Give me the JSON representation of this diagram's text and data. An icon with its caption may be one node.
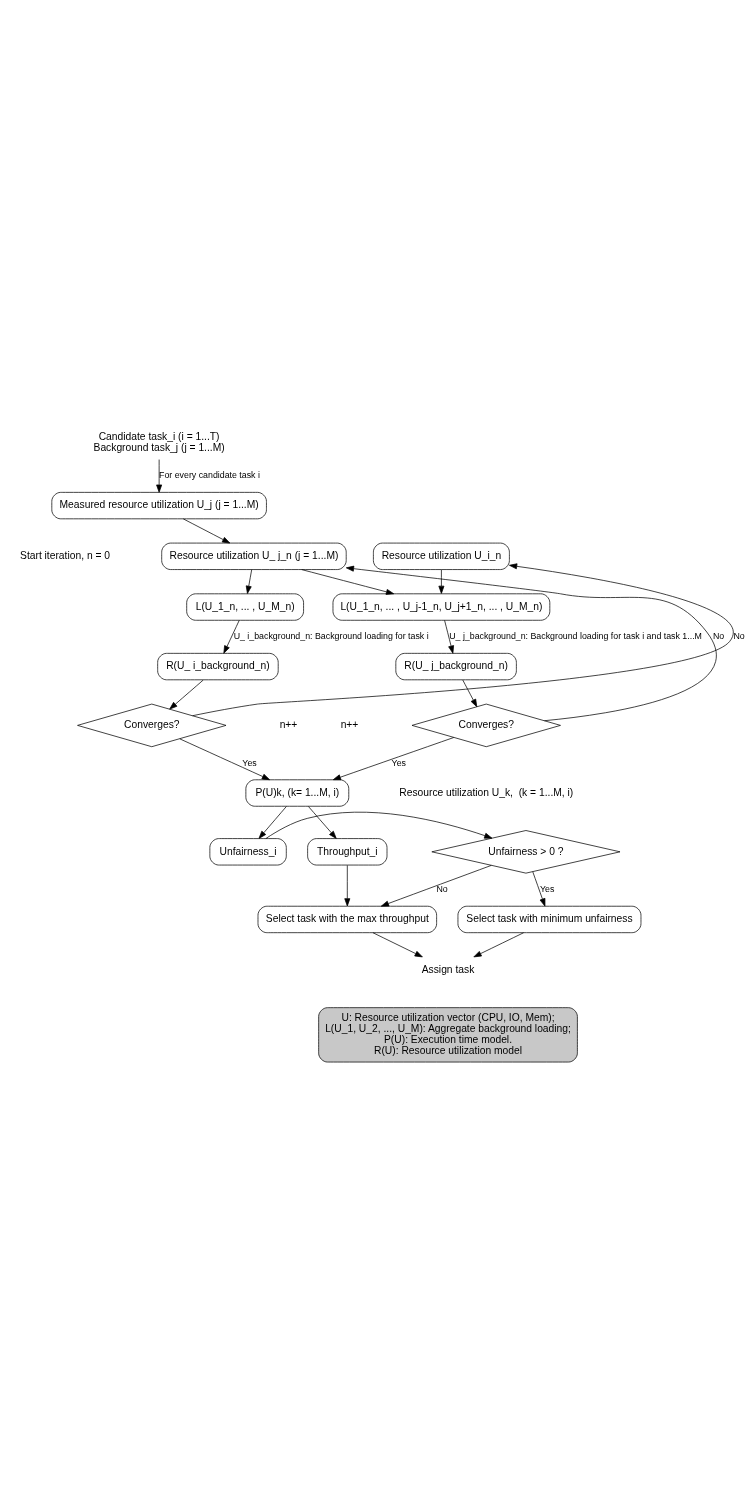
{
  "diagram": {
    "nodes": [
      {
        "text": [
          "Candidate task_i (i = 1...T)",
          "Background task_j (j = 1...M)"
        ]
      },
      {
        "text": [
          "Measured resource utilization U_j (j = 1...M)"
        ]
      },
      {
        "text": [
          "Resource utilization U_ j_n (j = 1...M)"
        ]
      },
      {
        "text": [
          "Resource utilization U_i_n"
        ]
      },
      {
        "text": [
          "L(U_1_n, ... , U_j-1_n, U_j+1_n, ... , U_M_n)"
        ]
      },
      {
        "text": [
          "L(U_1_n, ... , U_M_n)"
        ]
      },
      {
        "text": [
          "R(U_ j_background_n)"
        ]
      },
      {
        "text": [
          "R(U_ i_background_n)"
        ]
      },
      {
        "text": [
          "Converges?"
        ]
      },
      {
        "text": [
          "Converges?"
        ]
      },
      {
        "text": [
          "P(U)k, (k= 1...M, i)"
        ]
      },
      {
        "text": [
          "Unfairness > 0 ?"
        ]
      },
      {
        "text": [
          "Unfairness_i"
        ]
      },
      {
        "text": [
          "Throughput_i"
        ]
      },
      {
        "text": [
          "Select task with the max throughput"
        ]
      },
      {
        "text": [
          "Select task with minimum unfairness"
        ]
      },
      {
        "text": [
          "Assign task"
        ]
      },
      {
        "text": [
          "U: Resource utilization vector (CPU, IO, Mem);",
          "L(U_1, U_2, ..., U_M): Aggregate background loading;",
          "P(U): Execution time model.",
          "R(U): Resource utilization model"
        ]
      }
    ],
    "edges": [
      {
        "from": 0,
        "to": 1,
        "arrow": "to",
        "label": "For every candidate task i"
      },
      {
        "from": 1,
        "to": 2,
        "arrow": "to"
      },
      {
        "from": 2,
        "to": 4,
        "arrow": "to"
      },
      {
        "from": 3,
        "to": 4,
        "arrow": "to"
      },
      {
        "from": 2,
        "to": 5,
        "arrow": "to"
      },
      {
        "from": 4,
        "to": 6,
        "arrow": "to",
        "label": "U_ j_background_n: Background loading for task i and task 1...M"
      },
      {
        "from": 5,
        "to": 7,
        "arrow": "to",
        "label": "U_ i_background_n: Background loading for task i"
      },
      {
        "from": 6,
        "to": 8,
        "arrow": "to"
      },
      {
        "from": 7,
        "to": 9,
        "arrow": "to"
      },
      {
        "from": 8,
        "to": 2,
        "arrow": "to",
        "label": "No"
      },
      {
        "from": 9,
        "to": 3,
        "arrow": "to",
        "label": "No"
      },
      {
        "from": 8,
        "to": 10,
        "arrow": "to",
        "label": "Yes"
      },
      {
        "from": 9,
        "to": 10,
        "arrow": "to",
        "label": "Yes"
      },
      {
        "from": 10,
        "to": 12,
        "arrow": "to"
      },
      {
        "from": 10,
        "to": 13,
        "arrow": "to"
      },
      {
        "from": 12,
        "to": 11,
        "arrow": "to"
      },
      {
        "from": 11,
        "to": 15,
        "arrow": "to",
        "label": "Yes"
      },
      {
        "from": 11,
        "to": 14,
        "arrow": "to",
        "label": "No"
      },
      {
        "from": 13,
        "to": 14,
        "arrow": "to"
      },
      {
        "from": 15,
        "to": 16,
        "arrow": "to"
      },
      {
        "from": 14,
        "to": 16,
        "arrow": "to"
      }
    ],
    "labels": [
      "Start iteration, n = 0",
      "n++",
      "n++",
      "Resource utilization U_k,  (k = 1...M, i)"
    ]
  }
}
